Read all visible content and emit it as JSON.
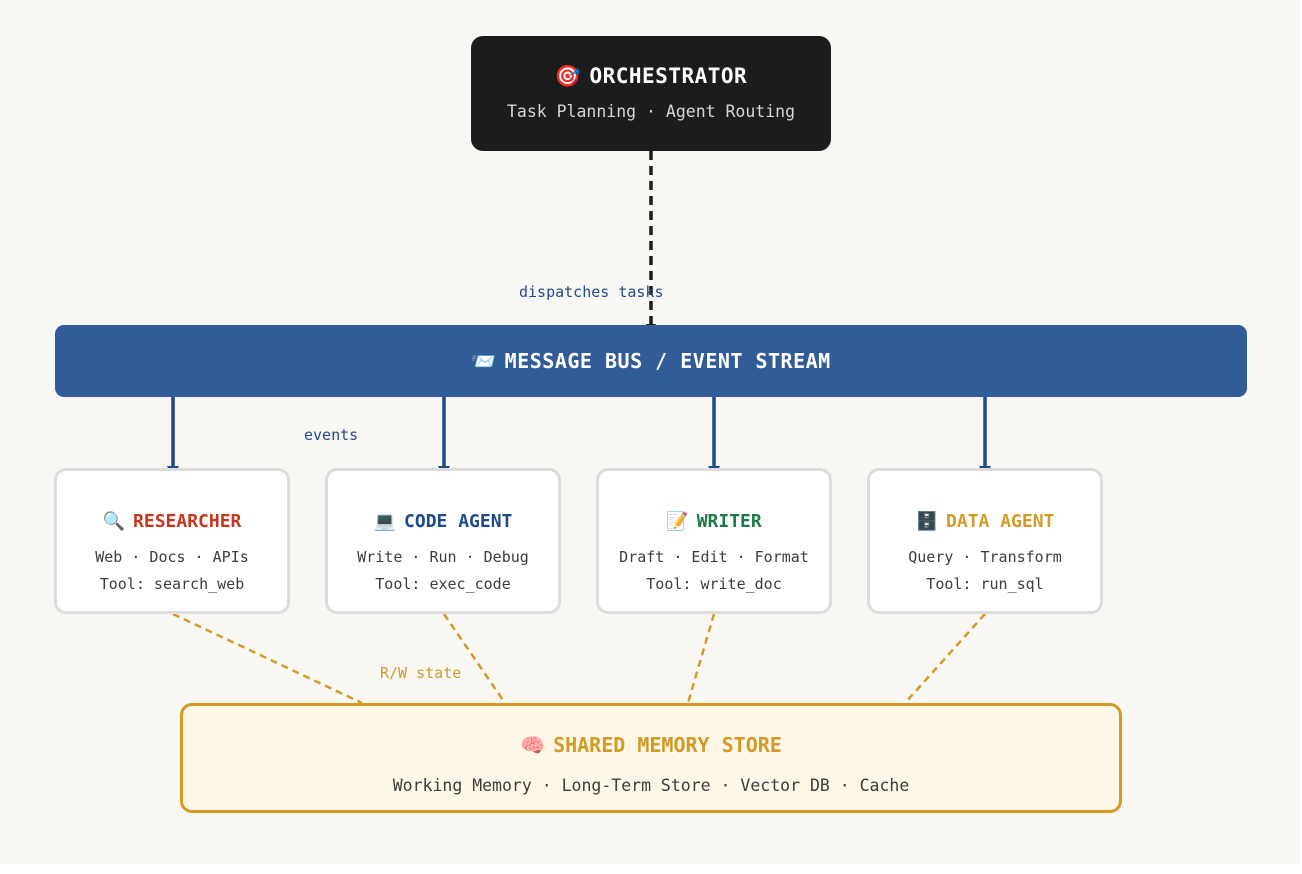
{
  "orchestrator": {
    "icon": "dart-target-icon",
    "title": "ORCHESTRATOR",
    "subtitle": "Task Planning · Agent Routing"
  },
  "bus": {
    "icon": "inbox-tray-icon",
    "title": "MESSAGE BUS / EVENT STREAM"
  },
  "edge_labels": {
    "dispatch": "dispatches tasks",
    "events": "events",
    "rw": "R/W state"
  },
  "agents": [
    {
      "icon": "magnifier-icon",
      "title": "RESEARCHER",
      "line1": "Web · Docs · APIs",
      "line2": "Tool: search_web",
      "color": "#c6361e"
    },
    {
      "icon": "laptop-icon",
      "title": "CODE AGENT",
      "line1": "Write · Run · Debug",
      "line2": "Tool: exec_code",
      "color": "#1e4b8c"
    },
    {
      "icon": "memo-icon",
      "title": "WRITER",
      "line1": "Draft · Edit · Format",
      "line2": "Tool: write_doc",
      "color": "#1f7a43"
    },
    {
      "icon": "file-cabinet-icon",
      "title": "DATA AGENT",
      "line1": "Query · Transform",
      "line2": "Tool: run_sql",
      "color": "#d39a26"
    }
  ],
  "memory": {
    "icon": "brain-icon",
    "title": "SHARED MEMORY STORE",
    "subtitle": "Working Memory · Long-Term Store · Vector DB · Cache"
  },
  "colors": {
    "orchestrator_bg": "#1c1c1c",
    "bus_bg": "#315c98",
    "event_arrow": "#1e4b8c",
    "memory_accent": "#d39a26",
    "canvas_bg": "#f8f7f3"
  }
}
